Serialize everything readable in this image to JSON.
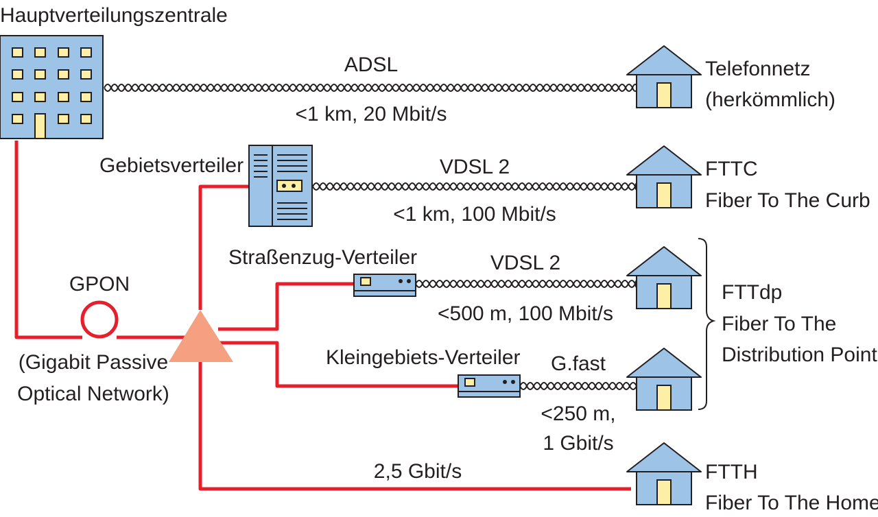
{
  "title": "Hauptverteilungszentrale",
  "distributors": {
    "area": "Gebietsverteiler",
    "street": "Straßenzug-Verteiler",
    "small_area": "Kleingebiets-Verteiler"
  },
  "gpon": {
    "label": "GPON",
    "desc_line1": "(Gigabit Passive",
    "desc_line2": "Optical Network)"
  },
  "links": {
    "adsl": {
      "name": "ADSL",
      "spec": "<1 km, 20 Mbit/s"
    },
    "vdsl_a": {
      "name": "VDSL 2",
      "spec": "<1 km, 100 Mbit/s"
    },
    "vdsl_b": {
      "name": "VDSL 2",
      "spec": "<500 m, 100 Mbit/s"
    },
    "gfast": {
      "name": "G.fast",
      "spec_line1": "<250 m,",
      "spec_line2": "1 Gbit/s"
    },
    "ftth": {
      "spec": "2,5 Gbit/s"
    }
  },
  "endpoints": {
    "telefon": {
      "line1": "Telefonnetz",
      "line2": "(herkömmlich)"
    },
    "fttc": {
      "line1": "FTTC",
      "line2": "Fiber To The Curb"
    },
    "fttdp": {
      "line1": "FTTdp",
      "line2": "Fiber To The",
      "line3": "Distribution Point"
    },
    "ftth": {
      "line1": "FTTH",
      "line2": "Fiber To The Home"
    }
  },
  "colors": {
    "fiber": "#e3202c",
    "device": "#9dc3e6",
    "outline": "#231f20",
    "window": "#fdf0a6",
    "splitter": "#f4a081",
    "text": "#231f20"
  },
  "icons": {
    "central": "office-building-icon",
    "house": "house-icon",
    "cabinet": "street-cabinet-icon",
    "modem": "modem-box-icon",
    "splitter": "optical-splitter-icon",
    "coil": "fiber-coil-icon",
    "brace": "curly-brace-icon"
  }
}
